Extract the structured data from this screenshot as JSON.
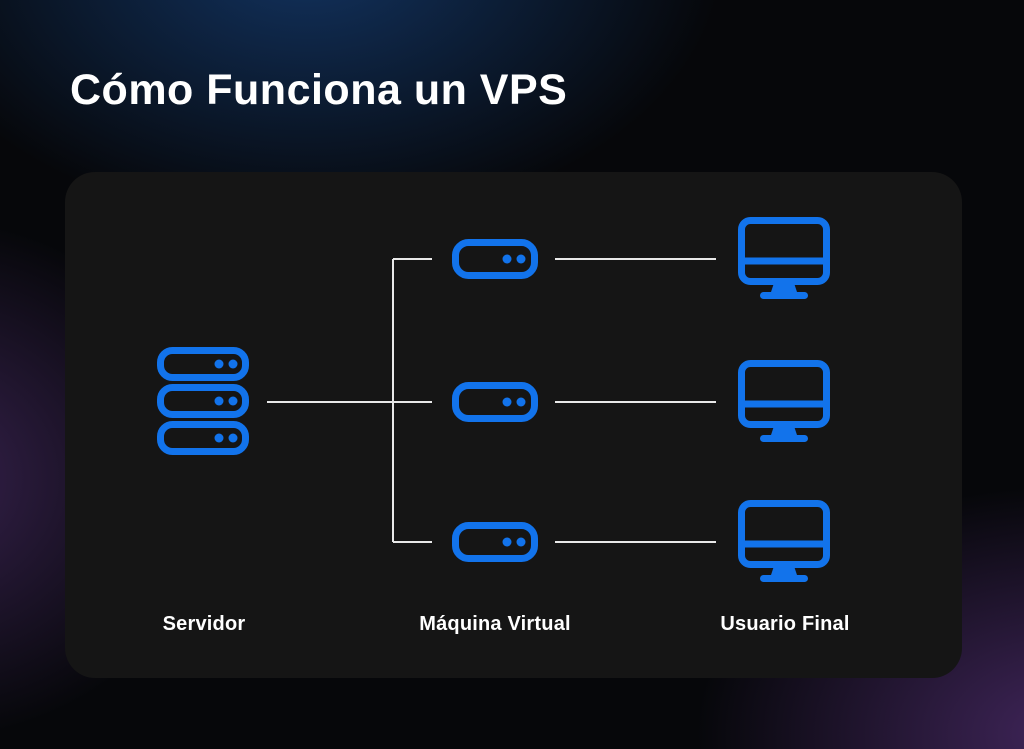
{
  "title": "Cómo Funciona un VPS",
  "diagram": {
    "columns": [
      {
        "label": "Servidor",
        "icon": "server-icon",
        "count": 1
      },
      {
        "label": "Máquina Virtual",
        "icon": "virtual-machine-icon",
        "count": 3
      },
      {
        "label": "Usuario Final",
        "icon": "desktop-monitor-icon",
        "count": 3
      }
    ],
    "flow": "Servidor -> 3 Máquinas Virtuales -> 3 Usuarios Finales"
  },
  "colors": {
    "accent-blue": "#1273EB",
    "connector": "#E8E8E8",
    "card-bg": "#151515",
    "bg-base": "#06070A",
    "glow-blue": "#123360",
    "glow-purple-left": "#38224F",
    "glow-purple-right": "#40255A",
    "text": "#FFFFFF"
  }
}
